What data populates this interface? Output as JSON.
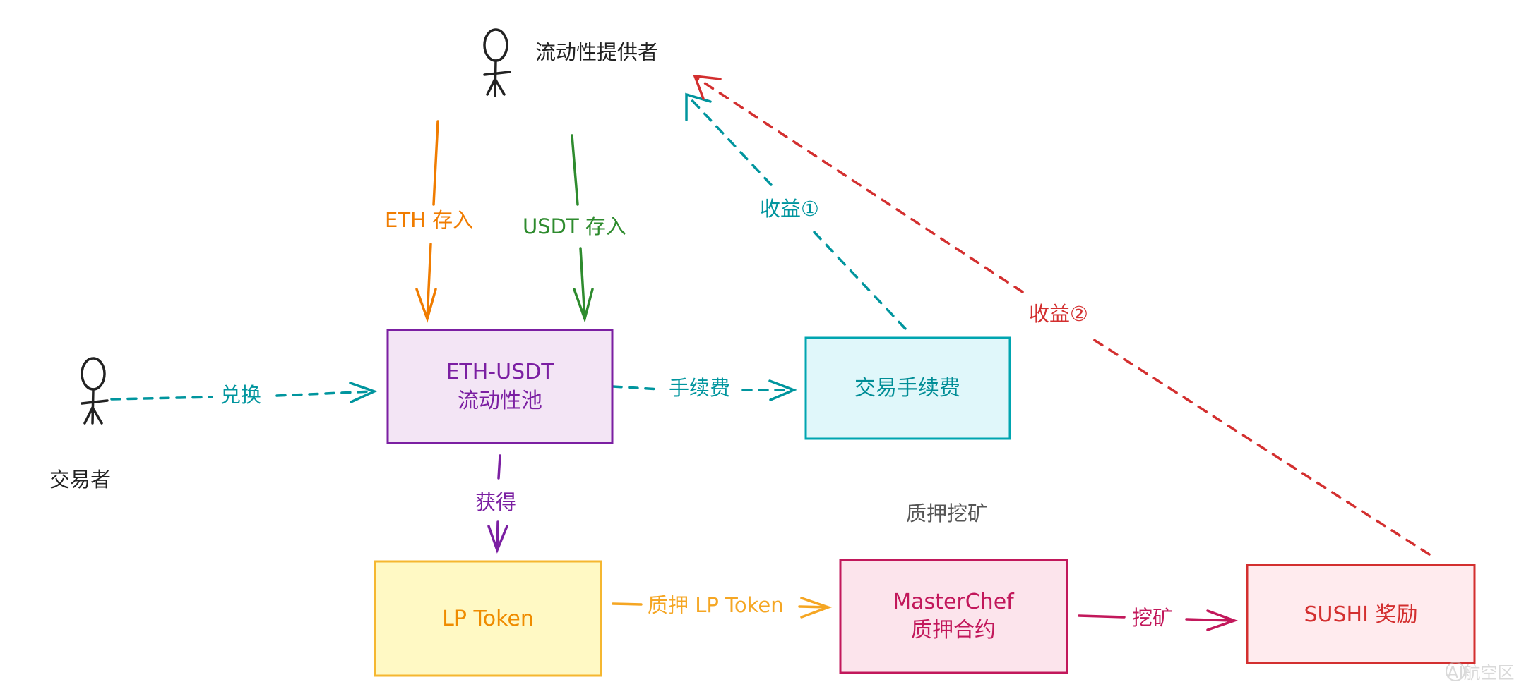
{
  "actors": {
    "provider": {
      "label": "流动性提供者"
    },
    "trader": {
      "label": "交易者"
    }
  },
  "boxes": {
    "pool": {
      "line1": "ETH-USDT",
      "line2": "流动性池",
      "fill": "#f3e5f5",
      "stroke": "#7b1fa2",
      "text": "#7b1fa2"
    },
    "fees": {
      "line1": "交易手续费",
      "fill": "#e0f7fa",
      "stroke": "#00a5b0",
      "text": "#008d96"
    },
    "lp": {
      "line1": "LP Token",
      "fill": "#fff9c4",
      "stroke": "#f5b730",
      "text": "#ef8c00"
    },
    "masterchef": {
      "line1": "MasterChef",
      "line2": "质押合约",
      "fill": "#fce4ec",
      "stroke": "#c2185b",
      "text": "#c2185b"
    },
    "sushi": {
      "line1": "SUSHI 奖励",
      "fill": "#ffebee",
      "stroke": "#d32f2f",
      "text": "#d32f2f"
    }
  },
  "arrows": {
    "eth_deposit": {
      "label": "ETH 存入",
      "color": "#f07c00"
    },
    "usdt_deposit": {
      "label": "USDT 存入",
      "color": "#2e8b2e"
    },
    "swap": {
      "label": "兑换",
      "color": "#00959e"
    },
    "fee": {
      "label": "手续费",
      "color": "#00959e"
    },
    "obtain": {
      "label": "获得",
      "color": "#7b1fa2"
    },
    "stake_lp": {
      "label": "质押 LP Token",
      "color": "#f5a623"
    },
    "mine": {
      "label": "挖矿",
      "color": "#c2185b"
    },
    "yield1": {
      "label": "收益①",
      "color": "#00959e"
    },
    "yield2": {
      "label": "收益②",
      "color": "#d32f2f"
    }
  },
  "group_label": "质押挖矿",
  "watermark": "AI航空区"
}
